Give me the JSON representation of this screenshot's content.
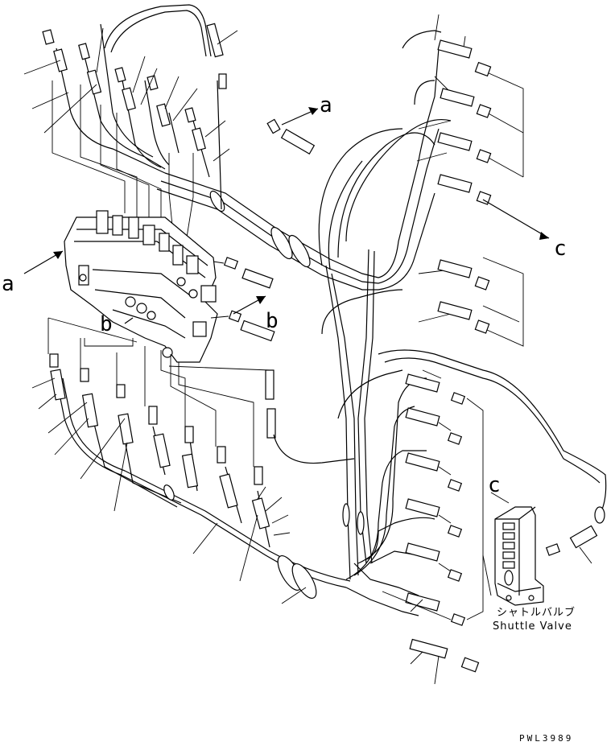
{
  "labels": {
    "a_upper": "a",
    "a_left": "a",
    "b_upper": "b",
    "b_inner": "b",
    "c_right": "c",
    "c_valve": "c",
    "shuttle_valve_jp": "シャトルバルブ",
    "shuttle_valve_en": "Shuttle Valve",
    "drawing_id": "PWL3989"
  }
}
